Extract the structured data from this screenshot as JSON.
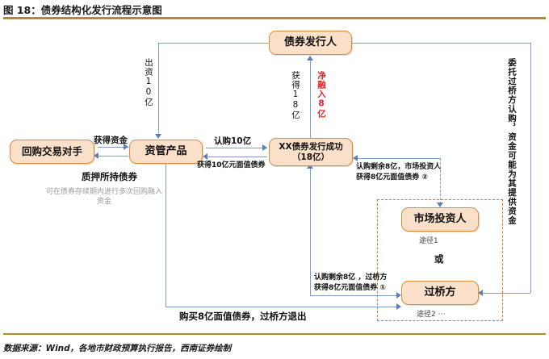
{
  "header": {
    "title": "图 18：债券结构化发行流程示意图",
    "source": "数据来源：Wind，各地市财政预算执行报告，西南证券绘制",
    "rule_color": "#b58b2a"
  },
  "theme": {
    "node_fill": "#fbe0c9",
    "node_border": "#e08a3c",
    "connector": "#7f9ec9",
    "arrow": "#5b80b5",
    "dashed_group": "#e07820",
    "highlight_red": "#e8212b",
    "muted_gray": "#9a9a9a"
  },
  "nodes": {
    "issuer": {
      "label": "债券发行人"
    },
    "repo_counterparty": {
      "label": "回购交易对手"
    },
    "asset_mgmt_product": {
      "label": "资管产品"
    },
    "bond_issued": {
      "line1": "XX债券发行成功",
      "line2": "（18亿）"
    },
    "market_investor": {
      "label": "市场投资人",
      "path": "途径1"
    },
    "bridge_party": {
      "label": "过桥方",
      "path": "途径2 ⋯"
    },
    "or_separator": "或"
  },
  "labels": {
    "invest_10y": "出\n资\n10\n亿",
    "invest_10y_chars": "出资10亿",
    "obtain_18y": "获\n得\n18\n亿",
    "obtain_18y_chars": "获得18亿",
    "net_inflow_8y": "净\n融\n入\n8\n亿",
    "net_inflow_8y_chars": "净融入8亿",
    "obtain_funds": "获得资金",
    "pledge_bonds": "质押所持债券",
    "repo_note": "可在债券存续期内进行多次回购融入资金",
    "subscribe_10y": "认购10亿",
    "obtain_10y_face": "获得10亿元面值债券",
    "remaining_market_line1": "认购剩余8亿，市场投资人",
    "remaining_market_line2": "获得8亿元面值债券 ②",
    "remaining_bridge_line1": "认购剩余8亿 ，过桥方",
    "remaining_bridge_line2": "获得8亿元面值债券 ①",
    "buy_8y_exit": "购买8亿面值债券，过桥方退出",
    "entrust_bridge": "委托过桥方认购，资金可能为其提供资金"
  }
}
